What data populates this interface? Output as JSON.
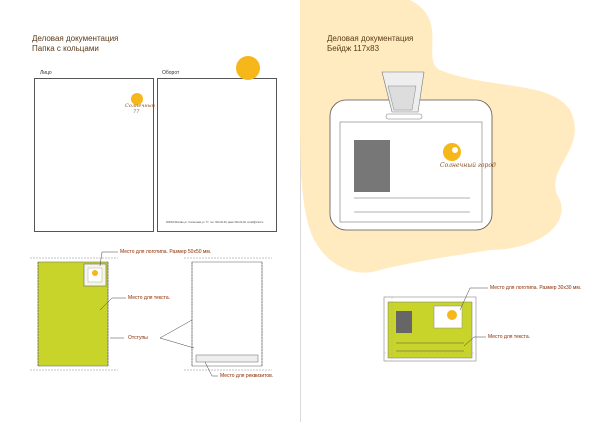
{
  "left_page": {
    "title_line1": "Деловая документация",
    "title_line2": "Папка с кольцами",
    "front_label": "Лицо",
    "back_label": "Оборот",
    "logo_text": "Солнечный город",
    "logo_text2": "77",
    "back_fine_print": "000000 Москва ул. Солнечная ул. 77, тел: 000-00-00, факс 000-00-00, email@mail.ru",
    "ann_logo_place": "Место для логотипа. Размер 50х50 мм.",
    "ann_text_place": "Место для текста.",
    "ann_margins": "Отступы",
    "ann_details_place": "Место для реквизитов."
  },
  "right_page": {
    "title_line1": "Деловая документация",
    "title_line2": "Бейдж 117х83",
    "logo_text": "Солнечный город",
    "ann_logo_place": "Место для логотипа. Размер 30х30 мм.",
    "ann_text_place": "Место для текста."
  },
  "colors": {
    "accent_green": "#c8d42a",
    "sun_yellow": "#f5b719",
    "splash": "#ffe9b8",
    "annotation": "#8a2a00"
  }
}
